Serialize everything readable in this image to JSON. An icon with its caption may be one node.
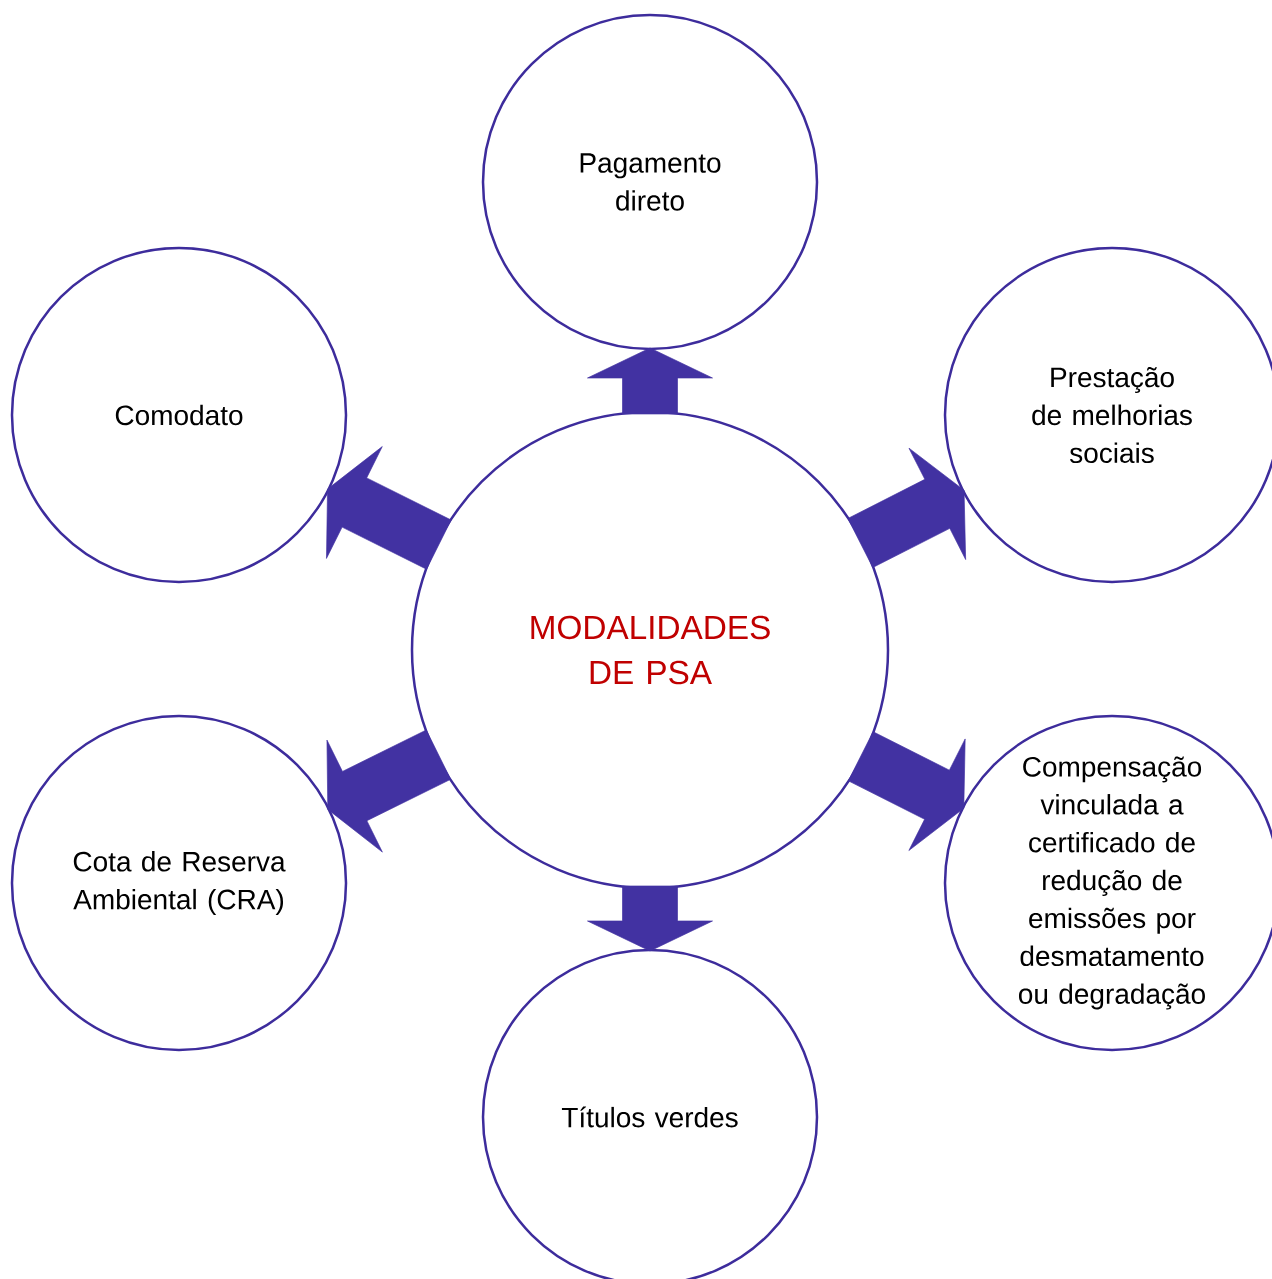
{
  "diagram": {
    "nodes": [
      {
        "text": [
          "MODALIDADES DE PSA"
        ]
      },
      {
        "text": [
          "Pagamento direto"
        ]
      },
      {
        "text": [
          "Prestação de melhorias sociais"
        ]
      },
      {
        "text": [
          "Compensação vinculada a certificado de redução de emissões por desmatamento ou degradação"
        ]
      },
      {
        "text": [
          "Títulos verdes"
        ]
      },
      {
        "text": [
          "Cota de Reserva Ambiental (CRA)"
        ]
      },
      {
        "text": [
          "Comodato"
        ]
      }
    ],
    "edges": [
      {
        "from": 0,
        "to": 1,
        "arrow": "to"
      },
      {
        "from": 0,
        "to": 2,
        "arrow": "to"
      },
      {
        "from": 0,
        "to": 3,
        "arrow": "to"
      },
      {
        "from": 0,
        "to": 4,
        "arrow": "to"
      },
      {
        "from": 0,
        "to": 5,
        "arrow": "to"
      },
      {
        "from": 0,
        "to": 6,
        "arrow": "to"
      }
    ]
  }
}
